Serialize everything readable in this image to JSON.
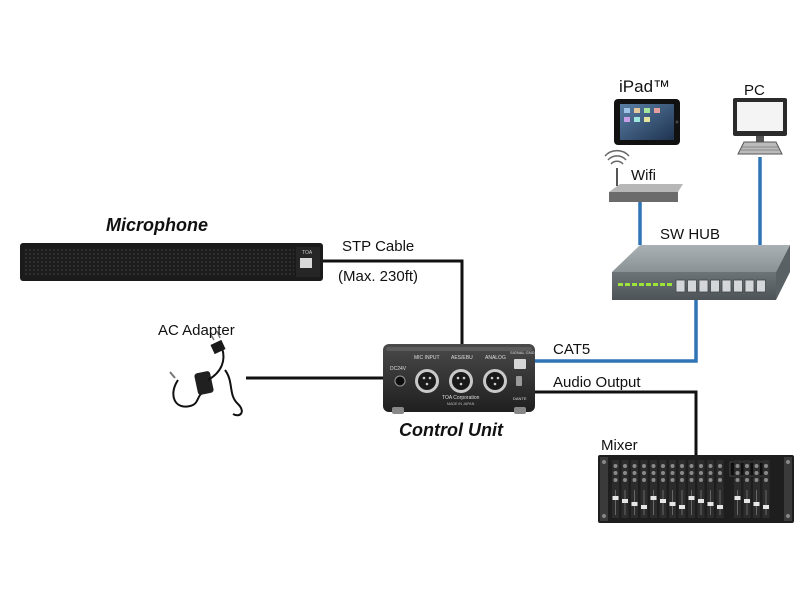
{
  "labels": {
    "microphone": "Microphone",
    "stp_cable": "STP Cable",
    "stp_max": "(Max. 230ft)",
    "ac_adapter": "AC Adapter",
    "control_unit": "Control Unit",
    "cat5": "CAT5",
    "audio_output": "Audio Output",
    "mixer": "Mixer",
    "sw_hub": "SW HUB",
    "wifi": "Wifi",
    "ipad": "iPad™",
    "pc": "PC"
  },
  "device_text": {
    "mic_badge": "TOA",
    "dc24v": "DC24V",
    "mic_input": "MIC INPUT",
    "aes_ebu": "AES/EBU",
    "analog": "ANALOG",
    "signal_gnd": "SIGNAL GND",
    "toa_corporation": "TOA Corporation",
    "made_in_japan": "MADE IN JAPAN",
    "dante": "DANTE",
    "sw_hub_ports": 8
  },
  "colors": {
    "cat5_link": "#2f74b5",
    "audio_cable": "#111111",
    "device_dark": "#2a2a2a",
    "hub_body": "#7d8589",
    "hub_led": "#9be23a"
  }
}
